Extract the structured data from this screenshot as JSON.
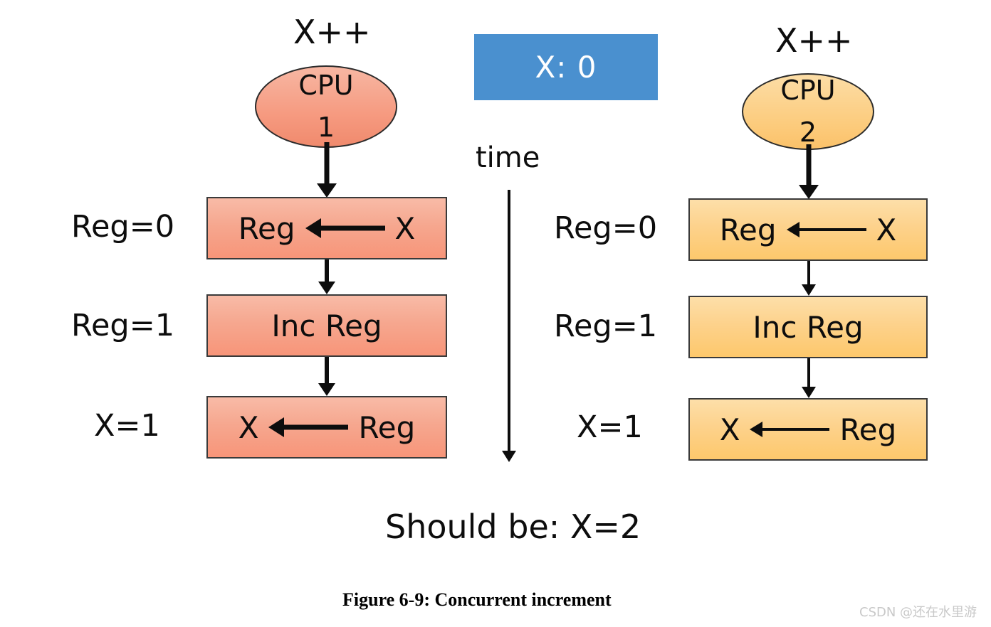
{
  "figure": {
    "caption": "Figure 6-9: Concurrent increment",
    "conclusion": "Should be: X=2",
    "time_axis_label": "time",
    "watermark": "CSDN @还在水里游"
  },
  "shared_variable": {
    "label": "X: 0",
    "color": "#4a90cf",
    "text_color": "#ffffff"
  },
  "columns": [
    {
      "id": "cpu1",
      "operation_label": "X++",
      "cpu": {
        "name": "CPU",
        "index": "1"
      },
      "accent": "#f79579",
      "accent_light": "#f8bba7",
      "steps": [
        {
          "state_label": "Reg=0",
          "left_operand": "Reg",
          "arrow": "left-arrow-icon",
          "right_operand": "X"
        },
        {
          "state_label": "Reg=1",
          "left_operand": "Inc Reg",
          "arrow": "",
          "right_operand": ""
        },
        {
          "state_label": "X=1",
          "left_operand": "X",
          "arrow": "left-arrow-icon",
          "right_operand": "Reg"
        }
      ]
    },
    {
      "id": "cpu2",
      "operation_label": "X++",
      "cpu": {
        "name": "CPU",
        "index": "2"
      },
      "accent": "#fdc86c",
      "accent_light": "#fddfa9",
      "steps": [
        {
          "state_label": "Reg=0",
          "left_operand": "Reg",
          "arrow": "left-arrow-icon",
          "right_operand": "X"
        },
        {
          "state_label": "Reg=1",
          "left_operand": "Inc Reg",
          "arrow": "",
          "right_operand": ""
        },
        {
          "state_label": "X=1",
          "left_operand": "X",
          "arrow": "left-arrow-icon",
          "right_operand": "Reg"
        }
      ]
    }
  ]
}
